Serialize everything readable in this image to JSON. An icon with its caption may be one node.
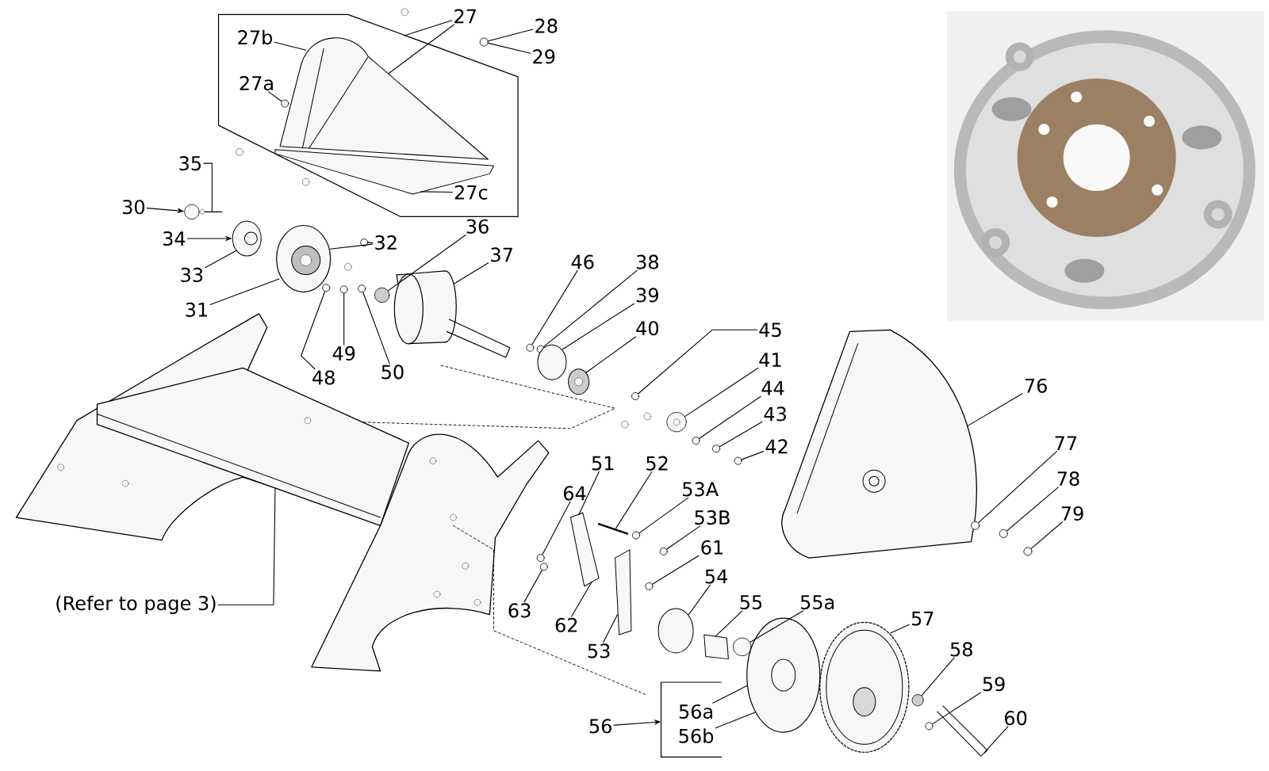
{
  "diagram": {
    "nodes": [
      {
        "text": [
          "27"
        ]
      },
      {
        "text": [
          "28"
        ]
      },
      {
        "text": [
          "29"
        ]
      },
      {
        "text": [
          "27b"
        ],
        "in": 57
      },
      {
        "text": [
          "27a"
        ],
        "in": 57
      },
      {
        "text": [
          "27c"
        ],
        "in": 57
      },
      {
        "text": [
          "35"
        ]
      },
      {
        "text": [
          "30"
        ]
      },
      {
        "text": [
          "34"
        ]
      },
      {
        "text": [
          "32"
        ]
      },
      {
        "text": [
          "33"
        ]
      },
      {
        "text": [
          "31"
        ]
      },
      {
        "text": [
          "36"
        ]
      },
      {
        "text": [
          "37"
        ]
      },
      {
        "text": [
          "46"
        ]
      },
      {
        "text": [
          "38"
        ]
      },
      {
        "text": [
          "39"
        ]
      },
      {
        "text": [
          "40"
        ]
      },
      {
        "text": [
          "45"
        ]
      },
      {
        "text": [
          "41"
        ]
      },
      {
        "text": [
          "44"
        ]
      },
      {
        "text": [
          "43"
        ]
      },
      {
        "text": [
          "42"
        ]
      },
      {
        "text": [
          "48"
        ]
      },
      {
        "text": [
          "49"
        ]
      },
      {
        "text": [
          "50"
        ]
      },
      {
        "text": [
          "76"
        ]
      },
      {
        "text": [
          "77"
        ]
      },
      {
        "text": [
          "78"
        ]
      },
      {
        "text": [
          "79"
        ]
      },
      {
        "text": [
          "51"
        ]
      },
      {
        "text": [
          "52"
        ]
      },
      {
        "text": [
          "53A"
        ]
      },
      {
        "text": [
          "64"
        ]
      },
      {
        "text": [
          "53B"
        ]
      },
      {
        "text": [
          "61"
        ]
      },
      {
        "text": [
          "54"
        ]
      },
      {
        "text": [
          "(Refer to page 3)"
        ]
      },
      {
        "text": [
          "63"
        ]
      },
      {
        "text": [
          "62"
        ]
      },
      {
        "text": [
          "55"
        ]
      },
      {
        "text": [
          "55a"
        ]
      },
      {
        "text": [
          "53"
        ]
      },
      {
        "text": [
          "57"
        ]
      },
      {
        "text": [
          "58"
        ]
      },
      {
        "text": [
          "59"
        ]
      },
      {
        "text": [
          "60"
        ]
      },
      {
        "text": [
          "56a"
        ],
        "in": 56
      },
      {
        "text": [
          "56b"
        ],
        "in": 56
      },
      {
        "text": [
          "56"
        ]
      },
      {
        "text": [],
        "shape": "circle"
      },
      {
        "text": [],
        "shape": "circle"
      },
      {
        "text": [],
        "shape": "circle"
      },
      {
        "text": [],
        "shape": "circle"
      },
      {
        "text": [],
        "shape": "bar"
      },
      {
        "text": [],
        "shape": "circle"
      },
      {
        "text": [],
        "shape": "bracket"
      },
      {
        "text": [],
        "shape": "box"
      },
      {
        "text": [],
        "shape": "picture",
        "in": 57
      },
      {
        "text": [],
        "shape": "circle",
        "in": 57
      },
      {
        "text": [],
        "shape": "bar",
        "in": 57
      },
      {
        "text": [],
        "shape": "bar"
      },
      {
        "text": [],
        "shape": "circle"
      },
      {
        "text": [],
        "shape": "circle"
      },
      {
        "text": [],
        "shape": "picture"
      },
      {
        "text": [],
        "shape": "circle"
      },
      {
        "text": [],
        "shape": "cylinder"
      },
      {
        "text": [],
        "shape": "circle"
      },
      {
        "text": [],
        "shape": "circle"
      },
      {
        "text": [],
        "shape": "circle"
      },
      {
        "text": [],
        "shape": "circle"
      },
      {
        "text": [],
        "shape": "circle"
      },
      {
        "text": [],
        "shape": "circle"
      },
      {
        "text": [],
        "shape": "circle"
      },
      {
        "text": [],
        "shape": "circle"
      },
      {
        "text": [],
        "shape": "circle"
      },
      {
        "text": [],
        "shape": "circle"
      },
      {
        "text": [],
        "shape": "picture"
      },
      {
        "text": [],
        "shape": "circle"
      },
      {
        "text": [],
        "shape": "circle"
      },
      {
        "text": [],
        "shape": "circle"
      },
      {
        "text": [],
        "shape": "bar"
      },
      {
        "text": [],
        "shape": "circle"
      },
      {
        "text": [],
        "shape": "circle"
      },
      {
        "text": [],
        "shape": "circle"
      },
      {
        "text": [],
        "shape": "circle"
      },
      {
        "text": [],
        "shape": "circle"
      },
      {
        "text": [],
        "shape": "picture"
      },
      {
        "text": [],
        "shape": "bar"
      },
      {
        "text": [],
        "shape": "circle"
      },
      {
        "text": [],
        "shape": "circle"
      },
      {
        "text": [],
        "shape": "picture"
      },
      {
        "text": [],
        "shape": "bar"
      },
      {
        "text": [],
        "shape": "bar"
      },
      {
        "text": [],
        "shape": "circle"
      },
      {
        "text": [],
        "shape": "circle"
      }
    ],
    "edges": [
      {
        "from": 0,
        "to": 57,
        "arrow": "none"
      },
      {
        "from": 0,
        "to": 58,
        "arrow": "none"
      },
      {
        "from": 1,
        "to": 50,
        "arrow": "none"
      },
      {
        "from": 2,
        "to": 50,
        "arrow": "none"
      },
      {
        "from": 3,
        "to": 58,
        "arrow": "none"
      },
      {
        "from": 4,
        "to": 59,
        "arrow": "none"
      },
      {
        "from": 5,
        "to": 60,
        "arrow": "none"
      },
      {
        "from": 6,
        "to": 61,
        "arrow": "none"
      },
      {
        "from": 7,
        "to": 51,
        "arrow": "to"
      },
      {
        "from": 8,
        "to": 62,
        "arrow": "to"
      },
      {
        "from": 9,
        "to": 63,
        "arrow": "none"
      },
      {
        "from": 9,
        "to": 64,
        "arrow": "none"
      },
      {
        "from": 10,
        "to": 62,
        "arrow": "none"
      },
      {
        "from": 11,
        "to": 64,
        "arrow": "none"
      },
      {
        "from": 12,
        "to": 65,
        "arrow": "none"
      },
      {
        "from": 13,
        "to": 66,
        "arrow": "none"
      },
      {
        "from": 14,
        "to": 67,
        "arrow": "none"
      },
      {
        "from": 15,
        "to": 68,
        "arrow": "none"
      },
      {
        "from": 16,
        "to": 69,
        "arrow": "none"
      },
      {
        "from": 17,
        "to": 70,
        "arrow": "none"
      },
      {
        "from": 18,
        "to": 71,
        "arrow": "none"
      },
      {
        "from": 19,
        "to": 52,
        "arrow": "none"
      },
      {
        "from": 20,
        "to": 53,
        "arrow": "none"
      },
      {
        "from": 21,
        "to": 72,
        "arrow": "none"
      },
      {
        "from": 22,
        "to": 73,
        "arrow": "none"
      },
      {
        "from": 23,
        "to": 74,
        "arrow": "none"
      },
      {
        "from": 24,
        "to": 75,
        "arrow": "none"
      },
      {
        "from": 25,
        "to": 76,
        "arrow": "none"
      },
      {
        "from": 26,
        "to": 77,
        "arrow": "none"
      },
      {
        "from": 27,
        "to": 78,
        "arrow": "none"
      },
      {
        "from": 28,
        "to": 79,
        "arrow": "none"
      },
      {
        "from": 29,
        "to": 80,
        "arrow": "none"
      },
      {
        "from": 30,
        "to": 54,
        "arrow": "none"
      },
      {
        "from": 31,
        "to": 81,
        "arrow": "none"
      },
      {
        "from": 32,
        "to": 82,
        "arrow": "none"
      },
      {
        "from": 33,
        "to": 83,
        "arrow": "none"
      },
      {
        "from": 34,
        "to": 84,
        "arrow": "none"
      },
      {
        "from": 35,
        "to": 85,
        "arrow": "none"
      },
      {
        "from": 36,
        "to": 86,
        "arrow": "none"
      },
      {
        "from": 37,
        "to": 87,
        "arrow": "none"
      },
      {
        "from": 38,
        "to": 94,
        "arrow": "none"
      },
      {
        "from": 39,
        "to": 54,
        "arrow": "none"
      },
      {
        "from": 40,
        "to": 92,
        "arrow": "none"
      },
      {
        "from": 41,
        "to": 55,
        "arrow": "none"
      },
      {
        "from": 42,
        "to": 93,
        "arrow": "none"
      },
      {
        "from": 43,
        "to": 91,
        "arrow": "none"
      },
      {
        "from": 44,
        "to": 89,
        "arrow": "none"
      },
      {
        "from": 45,
        "to": 90,
        "arrow": "none"
      },
      {
        "from": 46,
        "to": 88,
        "arrow": "none"
      },
      {
        "from": 47,
        "to": 95,
        "arrow": "none"
      },
      {
        "from": 48,
        "to": 95,
        "arrow": "none"
      },
      {
        "from": 49,
        "to": 56,
        "arrow": "to"
      }
    ]
  }
}
